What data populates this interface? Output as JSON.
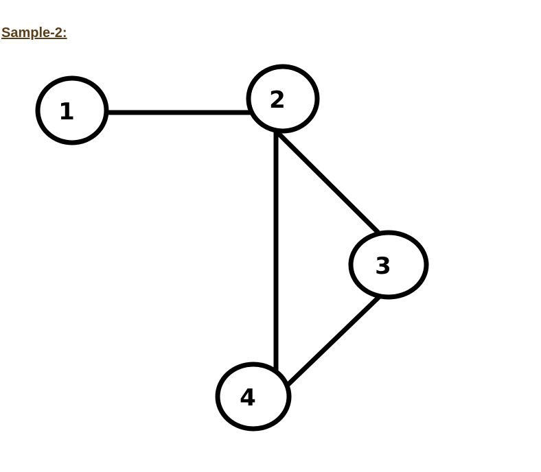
{
  "heading": "Sample-2:",
  "nodes": [
    {
      "id": "1",
      "label": "1"
    },
    {
      "id": "2",
      "label": "2"
    },
    {
      "id": "3",
      "label": "3"
    },
    {
      "id": "4",
      "label": "4"
    }
  ],
  "edges": [
    {
      "from": "1",
      "to": "2"
    },
    {
      "from": "2",
      "to": "3"
    },
    {
      "from": "2",
      "to": "4"
    },
    {
      "from": "3",
      "to": "4"
    }
  ],
  "colors": {
    "heading": "#5a3e1b",
    "stroke": "#000000",
    "background": "#ffffff"
  }
}
